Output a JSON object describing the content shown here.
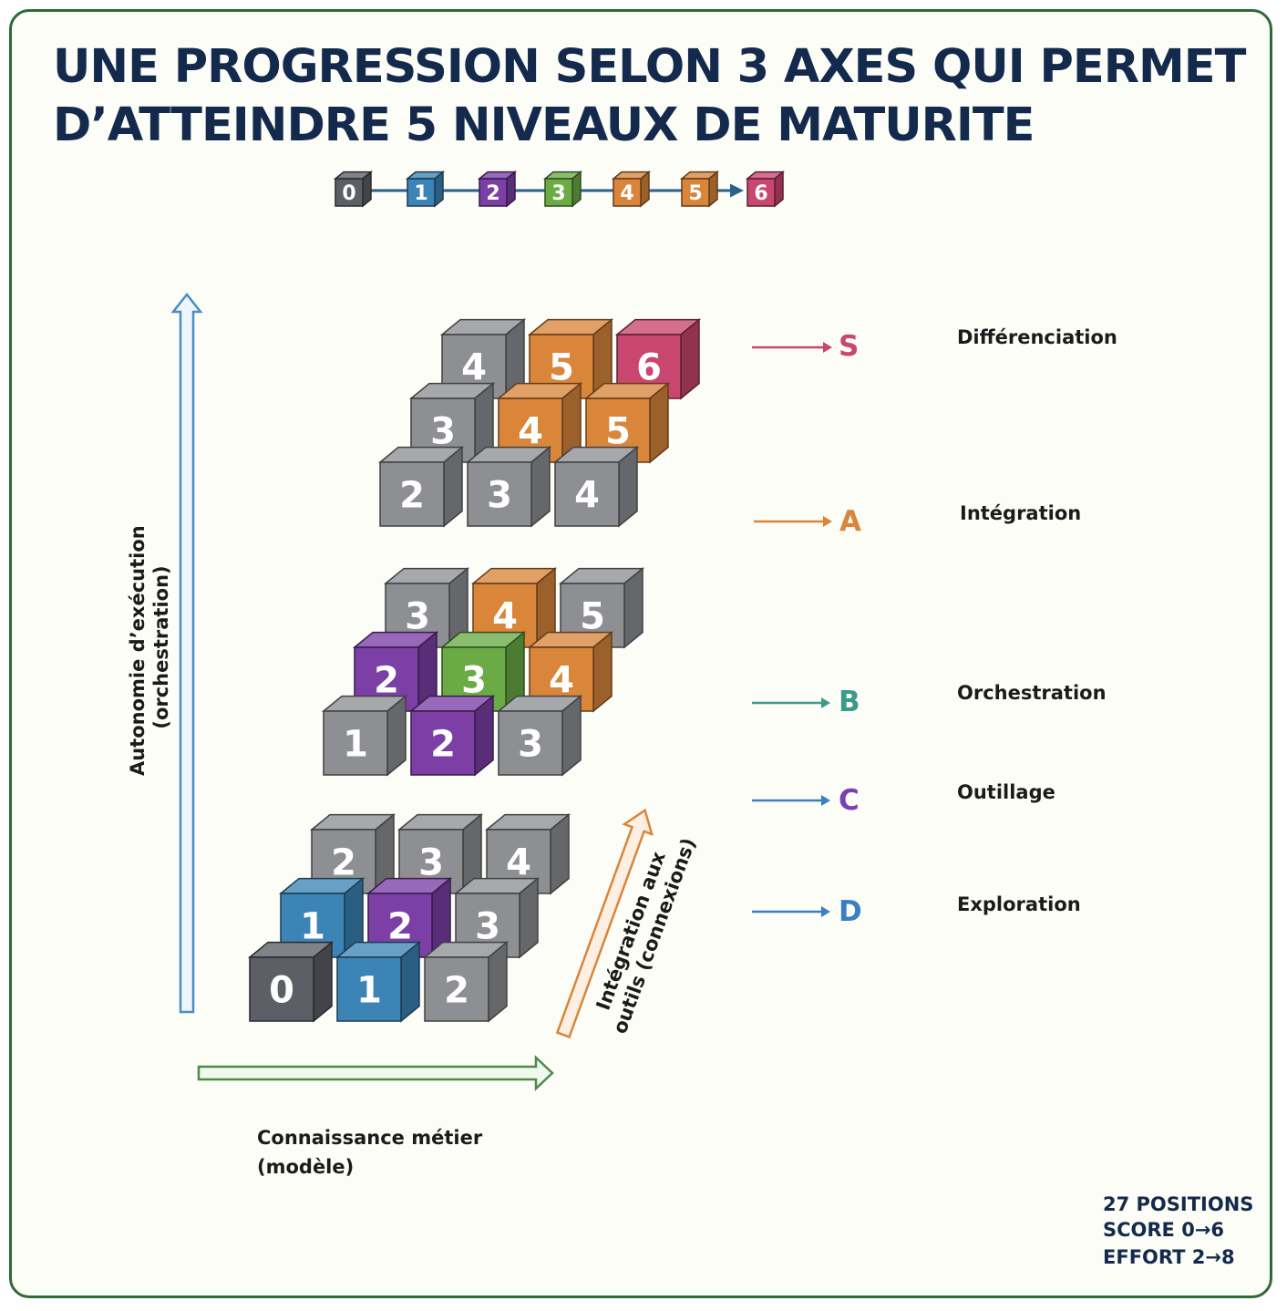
{
  "title": {
    "line1": "UNE PROGRESSION SELON 3 AXES QUI PERMET",
    "line2": "D’ATTEINDRE 5 NIVEAUX DE MATURITE"
  },
  "colors": {
    "level_0": "#5c5f66",
    "level_1": "#3c84b5",
    "level_2": "#7b3fa6",
    "level_3": "#6aab46",
    "level_4": "#d9853a",
    "level_5": "#d9853a",
    "level_6": "#c8466f",
    "neutral": "#8d8f93",
    "S": "#c8466f",
    "A": "#d9853a",
    "B": "#3b9b8a",
    "C": "#7a3fb0",
    "D": "#3a7fc1",
    "frame": "#2f6a36",
    "title": "#142a4d"
  },
  "scale": [
    "0",
    "1",
    "2",
    "3",
    "4",
    "5",
    "6"
  ],
  "axes": {
    "vertical": {
      "line1": "Autonomie d’exécution",
      "line2": "(orchestration)"
    },
    "horizontal": {
      "line1": "Connaissance métier",
      "line2": "(modèle)"
    },
    "depth": {
      "line1": "Intégration aux",
      "line2": "outils (connexions)"
    }
  },
  "stack": [
    {
      "tier": "bottom",
      "rows": [
        [
          {
            "n": "2",
            "c": "neutral"
          },
          {
            "n": "3",
            "c": "neutral"
          },
          {
            "n": "4",
            "c": "neutral"
          }
        ],
        [
          {
            "n": "1",
            "c": "level_1"
          },
          {
            "n": "2",
            "c": "level_2"
          },
          {
            "n": "3",
            "c": "neutral"
          }
        ],
        [
          {
            "n": "0",
            "c": "level_0"
          },
          {
            "n": "1",
            "c": "level_1"
          },
          {
            "n": "2",
            "c": "neutral"
          }
        ]
      ]
    },
    {
      "tier": "middle",
      "rows": [
        [
          {
            "n": "3",
            "c": "neutral"
          },
          {
            "n": "4",
            "c": "level_4"
          },
          {
            "n": "5",
            "c": "neutral"
          }
        ],
        [
          {
            "n": "2",
            "c": "level_2"
          },
          {
            "n": "3",
            "c": "level_3"
          },
          {
            "n": "4",
            "c": "level_4"
          }
        ],
        [
          {
            "n": "1",
            "c": "neutral"
          },
          {
            "n": "2",
            "c": "level_2"
          },
          {
            "n": "3",
            "c": "neutral"
          }
        ]
      ]
    },
    {
      "tier": "top",
      "rows": [
        [
          {
            "n": "4",
            "c": "neutral"
          },
          {
            "n": "5",
            "c": "level_5"
          },
          {
            "n": "6",
            "c": "level_6"
          }
        ],
        [
          {
            "n": "3",
            "c": "neutral"
          },
          {
            "n": "4",
            "c": "level_4"
          },
          {
            "n": "5",
            "c": "level_5"
          }
        ],
        [
          {
            "n": "2",
            "c": "neutral"
          },
          {
            "n": "3",
            "c": "neutral"
          },
          {
            "n": "4",
            "c": "neutral"
          }
        ]
      ]
    }
  ],
  "levels": [
    {
      "letter": "S",
      "name": "Différenciation",
      "color": "S"
    },
    {
      "letter": "A",
      "name": "Intégration",
      "color": "A"
    },
    {
      "letter": "B",
      "name": "Orchestration",
      "color": "B"
    },
    {
      "letter": "C",
      "name": "Outillage",
      "color": "C"
    },
    {
      "letter": "D",
      "name": "Exploration",
      "color": "D"
    }
  ],
  "summary": {
    "line1": "27 POSITIONS",
    "line2": "SCORE 0→6",
    "line3": "EFFORT 2→8"
  }
}
